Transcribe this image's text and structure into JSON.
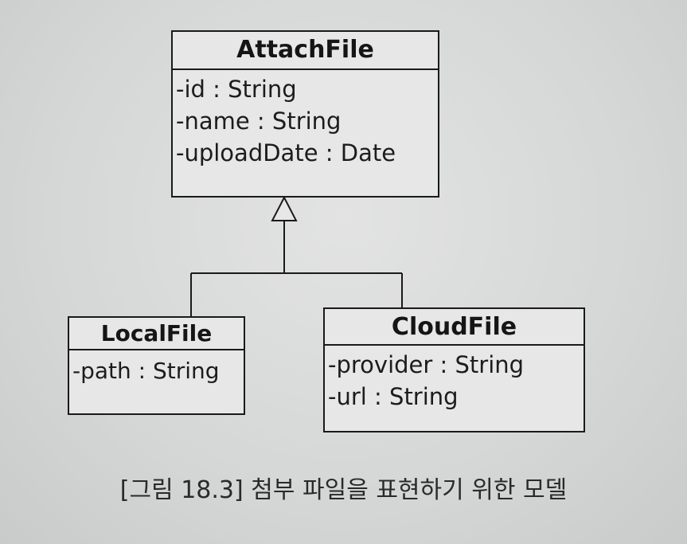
{
  "classes": {
    "attach_file": {
      "name": "AttachFile",
      "attributes": [
        "-id : String",
        "-name : String",
        "-uploadDate : Date"
      ]
    },
    "local_file": {
      "name": "LocalFile",
      "attributes": [
        "-path : String"
      ]
    },
    "cloud_file": {
      "name": "CloudFile",
      "attributes": [
        "-provider : String",
        "-url : String"
      ]
    }
  },
  "relations": [
    {
      "type": "generalization",
      "from": "LocalFile",
      "to": "AttachFile"
    },
    {
      "type": "generalization",
      "from": "CloudFile",
      "to": "AttachFile"
    }
  ],
  "caption": "[그림 18.3] 첨부 파일을 표현하기 위한 모델"
}
